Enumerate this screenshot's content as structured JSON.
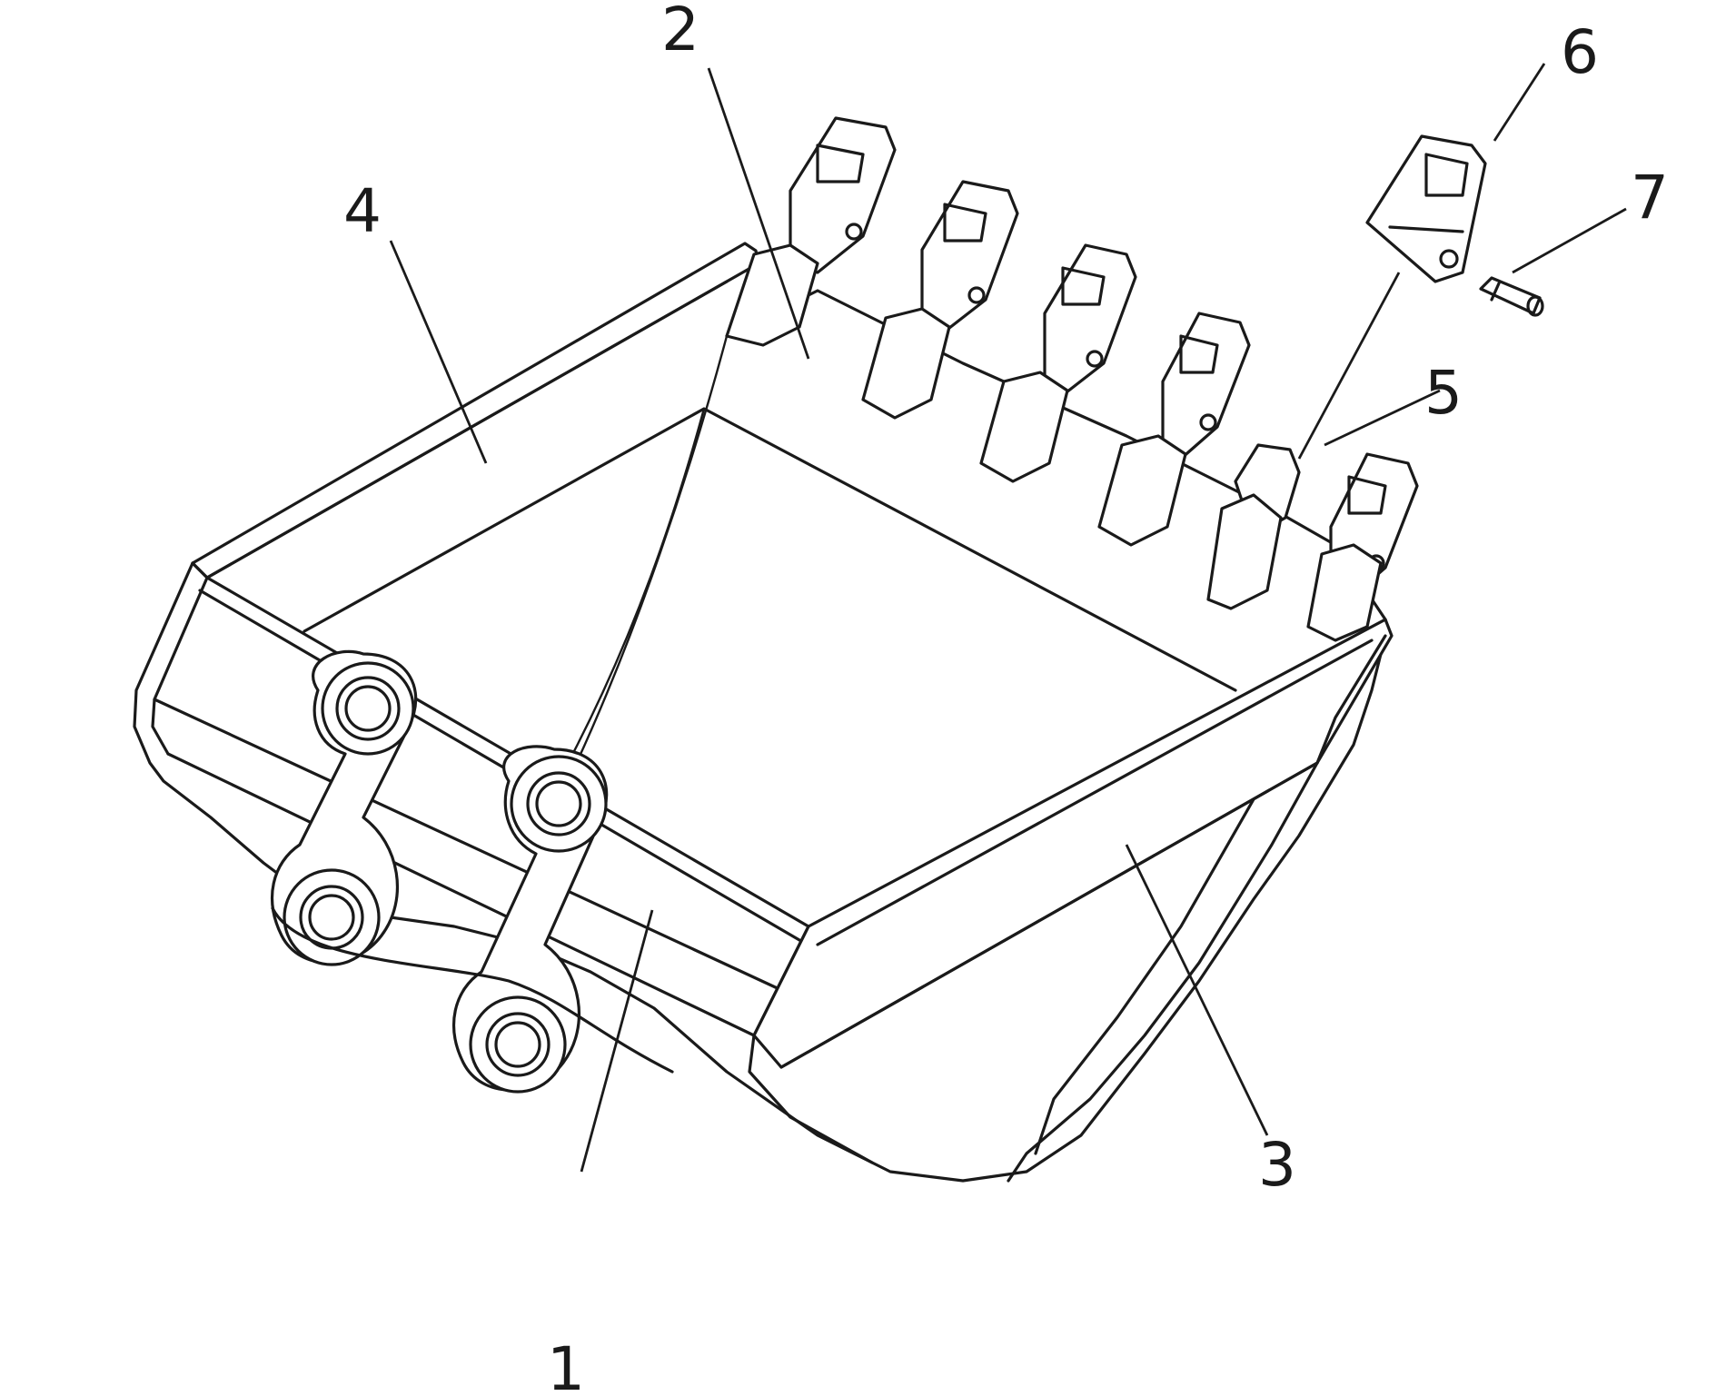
{
  "diagram": {
    "colors": {
      "line": "#1a1a1a",
      "background": "#ffffff"
    },
    "callouts": [
      {
        "id": "c1",
        "label": "1"
      },
      {
        "id": "c2",
        "label": "2"
      },
      {
        "id": "c3",
        "label": "3"
      },
      {
        "id": "c4",
        "label": "4"
      },
      {
        "id": "c5",
        "label": "5"
      },
      {
        "id": "c6",
        "label": "6"
      },
      {
        "id": "c7",
        "label": "7"
      }
    ]
  }
}
